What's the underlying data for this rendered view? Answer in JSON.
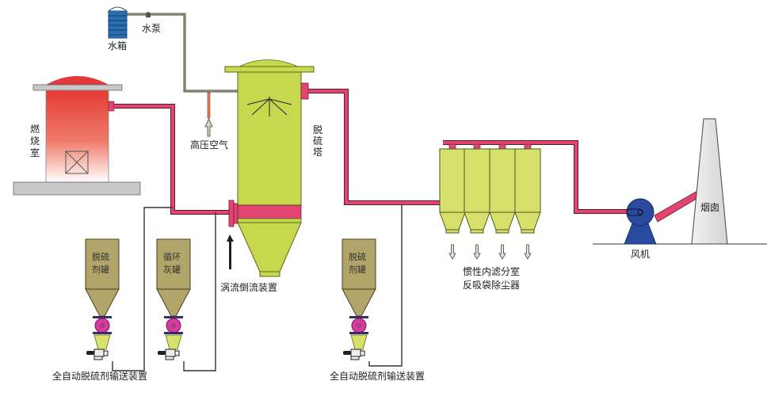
{
  "diagram": {
    "title": "",
    "labels": {
      "water_tank": "水箱",
      "water_pump": "水泵",
      "combustion_chamber": [
        "燃",
        "烧",
        "室"
      ],
      "high_pressure_air": "高压空气",
      "desulfurization_tower": [
        "脱",
        "硫",
        "塔"
      ],
      "vortex_backflow_device": "涡流倒流装置",
      "tank_desulfurizer_1": [
        "脱硫",
        "剂罐"
      ],
      "tank_recycled_ash": [
        "循环",
        "灰罐"
      ],
      "tank_desulfurizer_2": [
        "脱硫",
        "剂罐"
      ],
      "auto_conveyor_1": "全自动脱硫剂输送装置",
      "auto_conveyor_2": "全自动脱硫剂输送装置",
      "bag_filter_line1": "惯性内滤分室",
      "bag_filter_line2": "反吸袋除尘器",
      "fan": "风机",
      "chimney": "烟囱"
    },
    "colors": {
      "flue_pipe": "#e0466f",
      "tower_body": "#c8d84e",
      "combustion_top": "#e23a3a",
      "water_tank": "#2a6fb4",
      "silo": "#b1a56a",
      "rotary_valve": "#d63aa0",
      "fan": "#2a4aa0",
      "chimney": "#e6e6e6",
      "base_slab": "#c8c8c8"
    }
  }
}
